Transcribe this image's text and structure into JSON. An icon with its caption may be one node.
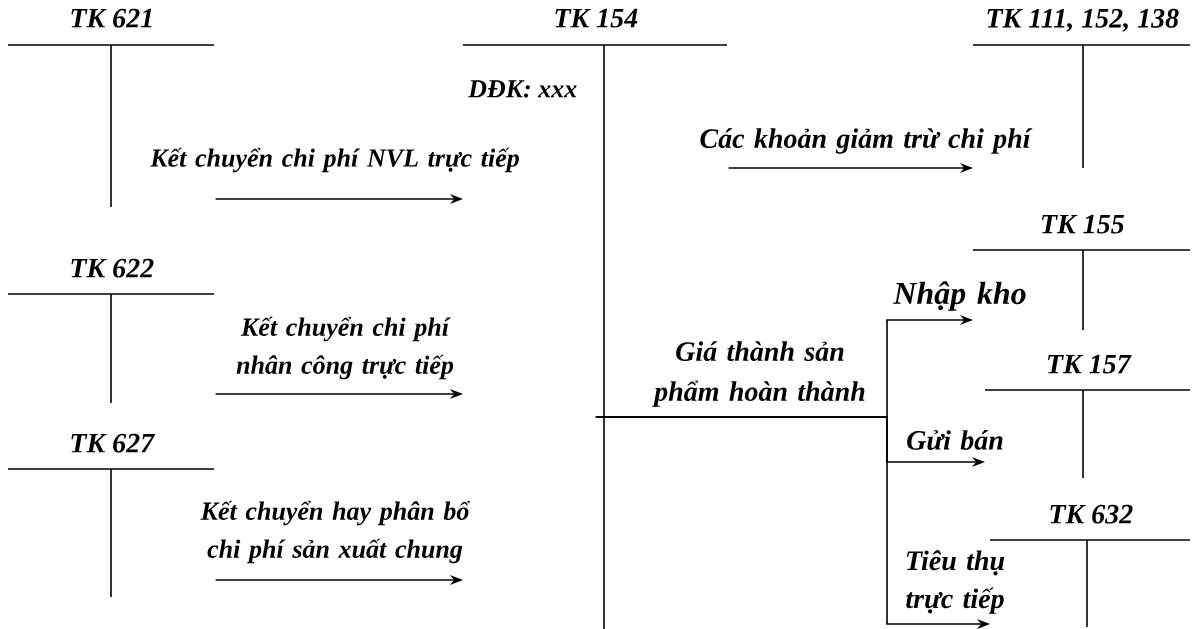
{
  "diagram": {
    "nodes": [
      {
        "text": [
          "TK 621"
        ]
      },
      {
        "text": [
          "TK 154",
          "DĐK: xxx"
        ]
      },
      {
        "text": [
          "TK 111, 152, 138"
        ]
      },
      {
        "text": [
          "TK 155"
        ]
      },
      {
        "text": [
          "TK 622"
        ]
      },
      {
        "text": [
          "TK 157"
        ]
      },
      {
        "text": [
          "TK 627"
        ]
      },
      {
        "text": [
          "TK 632"
        ]
      }
    ],
    "edges": [
      {
        "from": 0,
        "to": 1,
        "arrow": "to",
        "label": "Kết chuyển chi phí NVL trực tiếp"
      },
      {
        "from": 4,
        "to": 1,
        "arrow": "to",
        "label": "Kết chuyển chi phí nhân công trực tiếp"
      },
      {
        "from": 6,
        "to": 1,
        "arrow": "to",
        "label": "Kết chuyển hay phân bổ chi phí sản xuất chung"
      },
      {
        "from": 1,
        "to": 2,
        "arrow": "to",
        "label": "Các khoản giảm trừ chi phí"
      },
      {
        "from": 1,
        "to": 3,
        "arrow": "to",
        "label": "Nhập kho"
      },
      {
        "from": 1,
        "to": 5,
        "arrow": "to",
        "label": "Gửi bán"
      },
      {
        "from": 1,
        "to": 7,
        "arrow": "to",
        "label": "Tiêu thụ trực tiếp"
      }
    ],
    "labels": [
      "Giá thành sản phẩm hoàn thành"
    ]
  }
}
